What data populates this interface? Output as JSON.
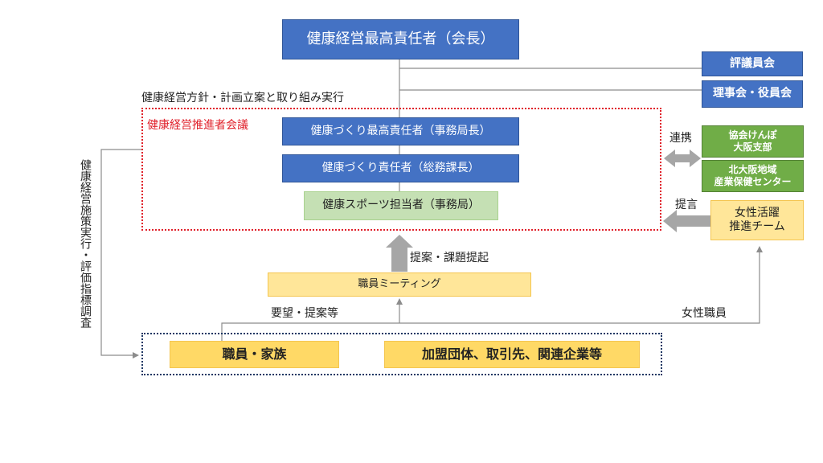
{
  "top": {
    "ceo": "健康経営最高責任者（会長）"
  },
  "right": {
    "council": "評議員会",
    "board": "理事会・役員会",
    "kenpo": "協会けんぽ\n大阪支部",
    "kita": "北大阪地域\n産業保健センター",
    "women_team": "女性活躍\n推進チーム"
  },
  "labels": {
    "policy": "健康経営方針・計画立案と取り組み実行",
    "meeting_title": "健康経営推進者会議",
    "renkei": "連携",
    "teigen": "提言",
    "proposal": "提案・課題提起",
    "requests": "要望・提案等",
    "women_staff": "女性職員",
    "vertical_left": "健康経営施策実行・評価指標調査"
  },
  "meeting": {
    "director": "健康づくり最高責任者（事務局長）",
    "manager": "健康づくり責任者（総務課長）",
    "sports": "健康スポーツ担当者（事務局）"
  },
  "staff_meeting": "職員ミーティング",
  "bottom": {
    "staff_family": "職員・家族",
    "partners": "加盟団体、取引先、関連企業等"
  },
  "colors": {
    "blue": "#4472c4",
    "green": "#70ad47",
    "light_green": "#c5e0b4",
    "yellow": "#ffd966",
    "red_dotted": "#e0202a",
    "navy_dotted": "#1f3864",
    "gray_arrow": "#a6a6a6"
  }
}
